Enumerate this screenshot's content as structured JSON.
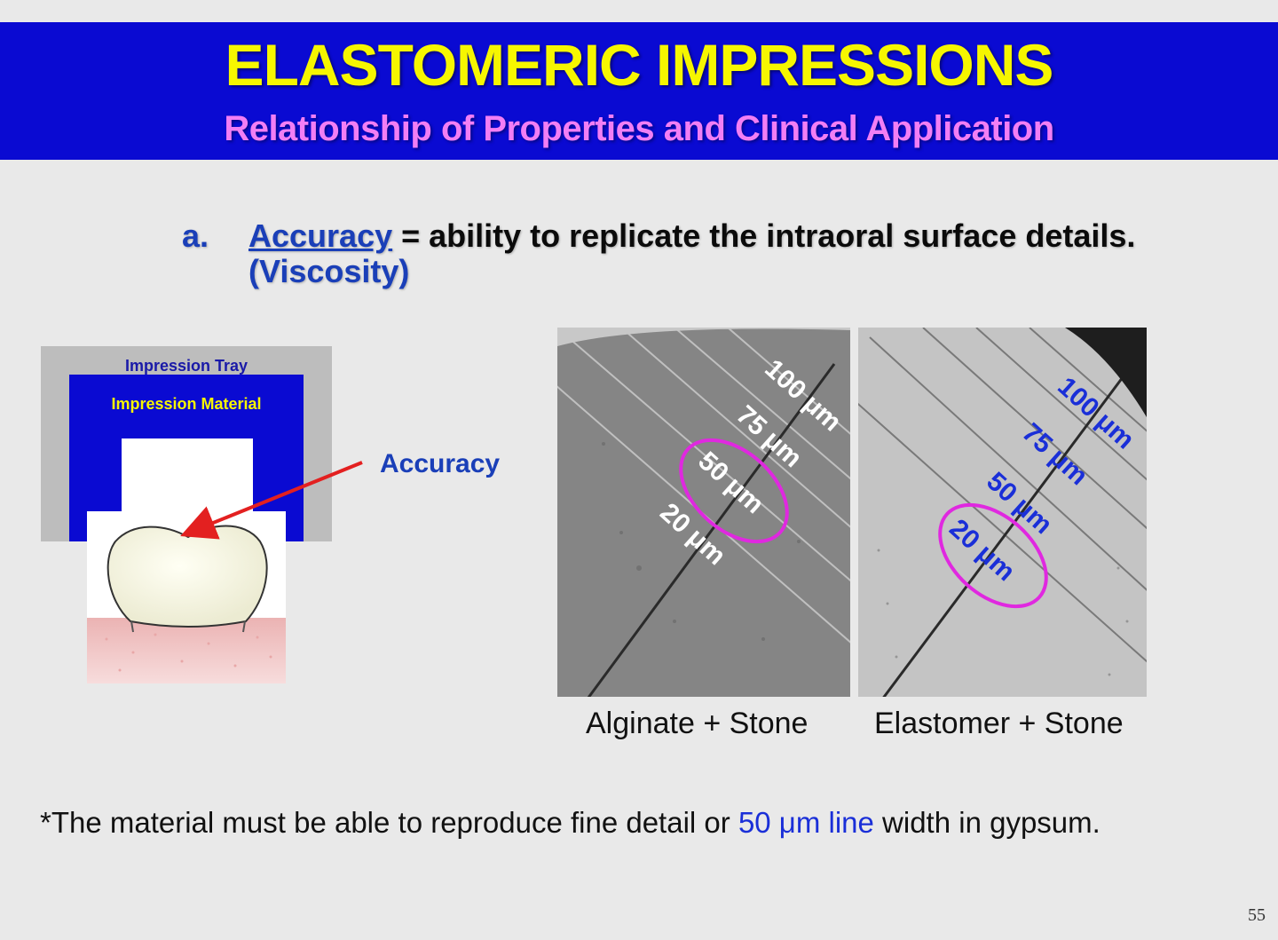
{
  "slide": {
    "title": "ELASTOMERIC IMPRESSIONS",
    "subtitle": "Relationship of Properties and Clinical Application",
    "page_number": "55"
  },
  "point": {
    "marker": "a.",
    "keyword": "Accuracy",
    "definition": " = ability to replicate the intraoral surface details.",
    "note": "(Viscosity)"
  },
  "diagram": {
    "tray_label": "Impression Tray",
    "material_label": "Impression Material",
    "arrow_label": "Accuracy",
    "colors": {
      "tray": "#bdbdbd",
      "material": "#0a0ad2",
      "gum": "#f3cccc"
    }
  },
  "photos": [
    {
      "caption": "Alginate + Stone",
      "labels": [
        "100 μm",
        "75 μm",
        "50 μm",
        "20 μm"
      ],
      "label_color": "#ffffff",
      "highlighted": "50 μm"
    },
    {
      "caption": "Elastomer + Stone",
      "labels": [
        "100 μm",
        "75 μm",
        "50 μm",
        "20 μm"
      ],
      "label_color": "#1a2fd8",
      "highlighted": "20 μm"
    }
  ],
  "footnote": {
    "before": "*The material must be able to reproduce fine detail or ",
    "highlight": "50 μm line",
    "after": " width in gypsum."
  }
}
